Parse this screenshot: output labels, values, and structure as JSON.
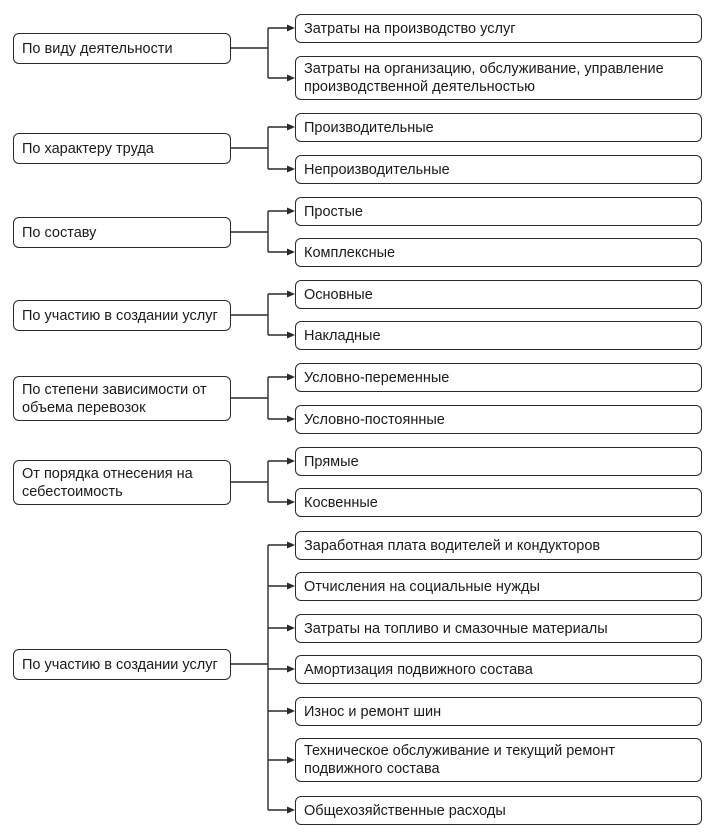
{
  "groups": [
    {
      "category": "По виду деятельности",
      "items": [
        "Затраты на производство услуг",
        "Затраты на организацию, обслуживание, управление производственной деятельностью"
      ]
    },
    {
      "category": "По характеру труда",
      "items": [
        "Производительные",
        "Непроизводительные"
      ]
    },
    {
      "category": "По составу",
      "items": [
        "Простые",
        "Комплексные"
      ]
    },
    {
      "category": "По участию в создании услуг",
      "items": [
        "Основные",
        "Накладные"
      ]
    },
    {
      "category": "По степени зависимости от объема перевозок",
      "items": [
        "Условно-переменные",
        "Условно-постоянные"
      ]
    },
    {
      "category": "От порядка отнесения на себестоимость",
      "items": [
        "Прямые",
        "Косвенные"
      ]
    },
    {
      "category": "По участию в создании услуг",
      "items": [
        "Заработная плата водителей и кондукторов",
        "Отчисления на социальные нужды",
        "Затраты на топливо и смазочные материалы",
        "Амортизация подвижного состава",
        "Износ и ремонт шин",
        "Техническое обслуживание и текущий ремонт подвижного состава",
        "Общехозяйственные расходы"
      ]
    }
  ]
}
